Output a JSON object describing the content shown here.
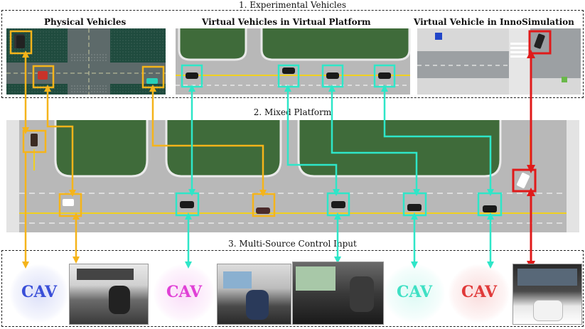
{
  "sections": {
    "experimental": "1.  Experimental Vehicles",
    "mixed": "2.  Mixed Platform",
    "control": "3.  Multi-Source Control Input"
  },
  "subtitles": {
    "physical": "Physical Vehicles",
    "virtual_platform": "Virtual Vehicles in Virtual Platform",
    "inno": "Virtual Vehicle in InnoSimulation"
  },
  "control_inputs": [
    {
      "type": "cav",
      "label": "CAV",
      "color": "#3a4fd8"
    },
    {
      "type": "photo",
      "desc": "driver-seat"
    },
    {
      "type": "cav",
      "label": "CAV",
      "color": "#e040d6"
    },
    {
      "type": "photo",
      "desc": "driver-seat"
    },
    {
      "type": "photo",
      "desc": "driver-seat"
    },
    {
      "type": "cav",
      "label": "CAV",
      "color": "#3fe0c4"
    },
    {
      "type": "cav",
      "label": "CAV",
      "color": "#e03a3a"
    },
    {
      "type": "photo",
      "desc": "simulator-rig"
    }
  ],
  "colors": {
    "physical": "#f5b41a",
    "virtual": "#2ee6c8",
    "inno": "#e01a1a",
    "road": "#b8b8b8",
    "grass": "#3f6b3a"
  }
}
